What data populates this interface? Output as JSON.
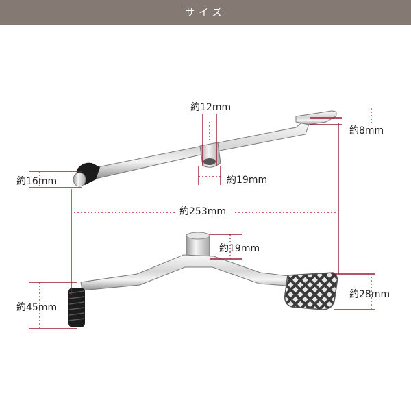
{
  "header": {
    "title": "サイズ"
  },
  "dimensions": {
    "shaft_diameter": "約12mm",
    "tip_thickness": "約8mm",
    "knob_diameter": "約16mm",
    "boss_width": "約19mm",
    "overall_length": "約253mm",
    "boss_height": "約19mm",
    "pedal_width": "約28mm",
    "rubber_length": "約45mm"
  },
  "colors": {
    "header_bg": "#857a73",
    "dim_line": "#9b1b30",
    "dot_line": "#c0283c",
    "chrome_light": "#f2f2f2",
    "chrome_dark": "#8a8a8a",
    "rubber": "#1a1a1a"
  }
}
